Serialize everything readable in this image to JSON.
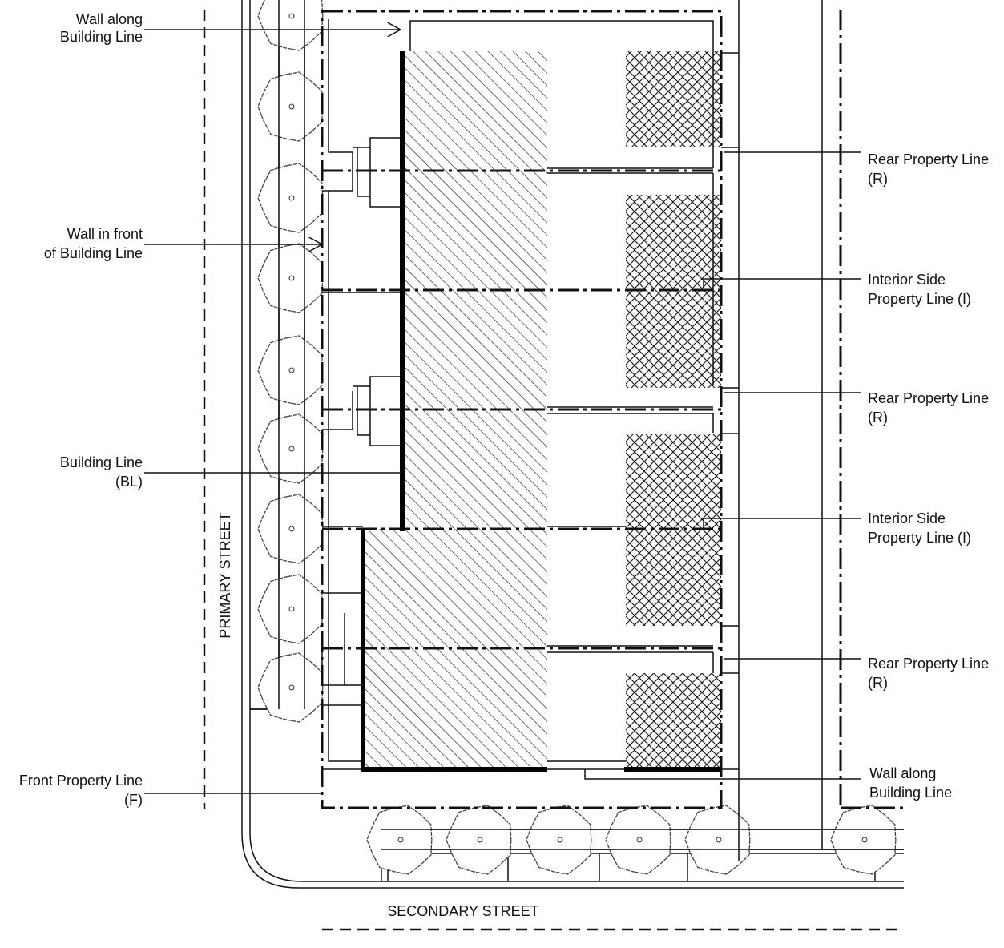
{
  "labels": {
    "wall_along_bl_top": [
      "Wall along",
      "Building Line"
    ],
    "wall_front_bl": [
      "Wall in front",
      "of Building Line"
    ],
    "building_line": [
      "Building Line",
      "(BL)"
    ],
    "front_property_line": [
      "Front Property Line",
      "(F)"
    ],
    "rear_1": [
      "Rear Property Line",
      "(R)"
    ],
    "interior_1": [
      "Interior Side",
      "Property Line (I)"
    ],
    "rear_2": [
      "Rear Property Line",
      "(R)"
    ],
    "interior_2": [
      "Interior Side",
      "Property Line (I)"
    ],
    "rear_3": [
      "Rear Property Line",
      "(R)"
    ],
    "wall_along_bl_bottom": [
      "Wall along",
      "Building Line"
    ],
    "primary_street": "PRIMARY STREET",
    "secondary_street": "SECONDARY STREET"
  }
}
